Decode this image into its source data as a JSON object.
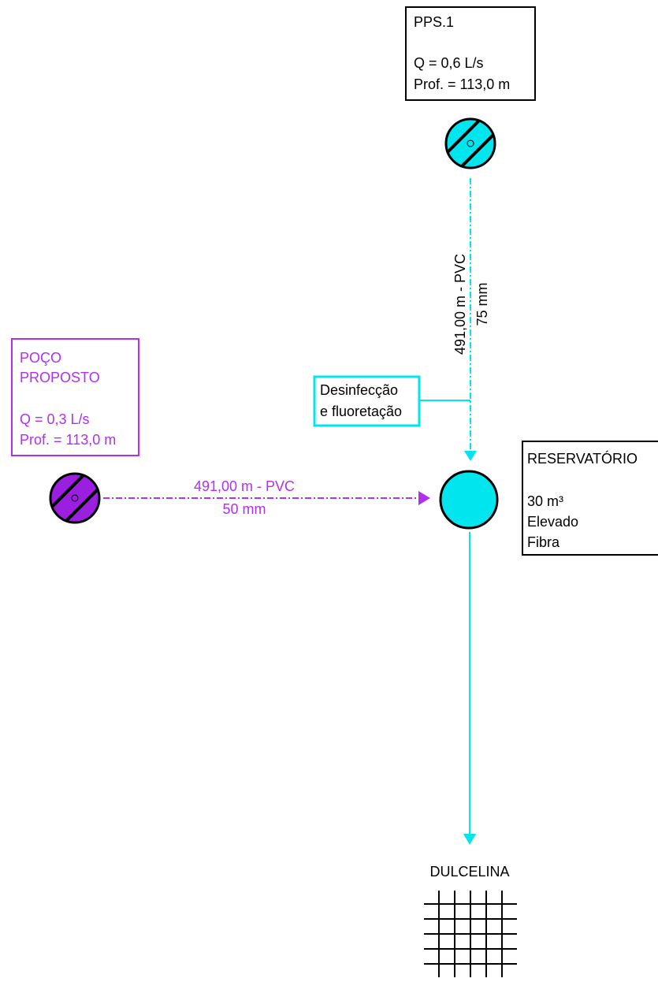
{
  "pps1": {
    "title": "PPS.1",
    "flow": "Q = 0,6 L/s",
    "depth": "Prof. = 113,0 m"
  },
  "proposed_well": {
    "title_line1": "POÇO",
    "title_line2": "PROPOSTO",
    "flow": "Q = 0,3 L/s",
    "depth": "Prof. = 113,0 m"
  },
  "pipe_vertical": {
    "line1": "491,00 m - PVC",
    "line2": "75 mm"
  },
  "pipe_horizontal": {
    "line1": "491,00 m - PVC",
    "line2": "50 mm"
  },
  "treatment": {
    "line1": "Desinfecção",
    "line2": "e fluoretação"
  },
  "reservoir": {
    "title": "RESERVATÓRIO",
    "volume": "30 m³",
    "type": "Elevado",
    "material": "Fibra"
  },
  "destination": {
    "name": "DULCELINA"
  },
  "colors": {
    "cyan": "#00e5ee",
    "purple": "#b030ee",
    "well_purple_fill": "#9a1fe0",
    "black": "#000000"
  }
}
